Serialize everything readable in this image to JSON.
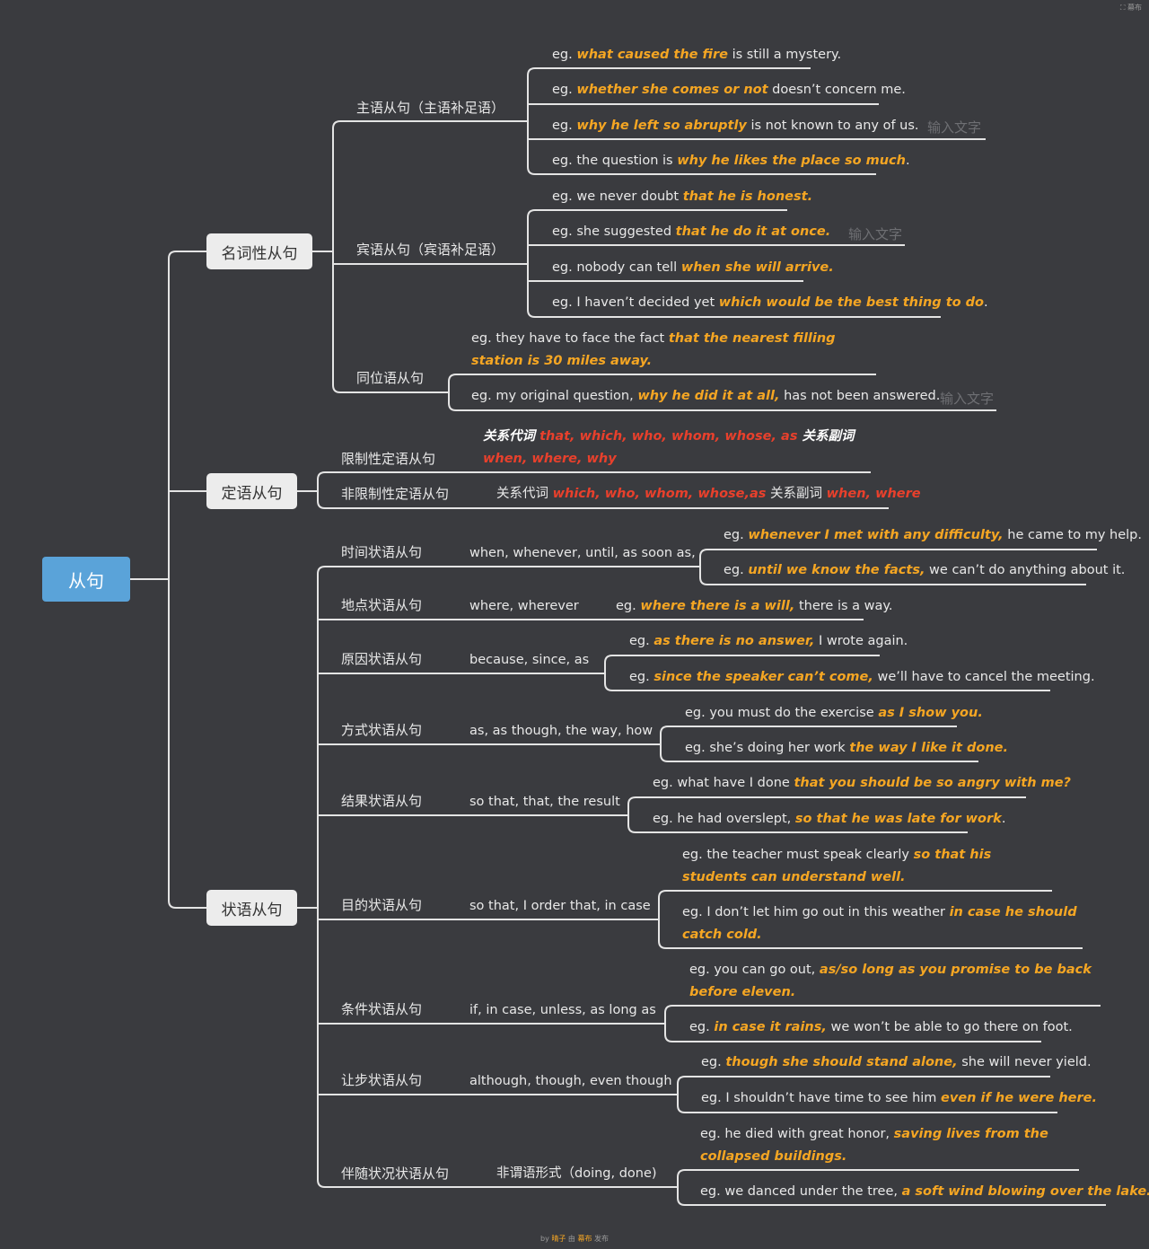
{
  "root": "从句",
  "logo_text": "幕布",
  "footer": {
    "prefix": "by ",
    "author": "晴子",
    "mid": " 由 ",
    "brand": "幕布",
    "suffix": " 发布"
  },
  "placeholder": "输入文字",
  "sections": {
    "noun": "名词性从句",
    "attributive": "定语从句",
    "adverbial": "状语从句"
  },
  "noun_subs": {
    "subject": "主语从句（主语补足语）",
    "object": "宾语从句（宾语补足语）",
    "appositive": "同位语从句"
  },
  "attr_subs": {
    "restrictive": "限制性定语从句",
    "nonrestrictive": "非限制性定语从句"
  },
  "adv_subs": {
    "time": "时间状语从句",
    "place": "地点状语从句",
    "reason": "原因状语从句",
    "manner": "方式状语从句",
    "result": "结果状语从句",
    "purpose": "目的状语从句",
    "condition": "条件状语从句",
    "concession": "让步状语从句",
    "accompany": "伴随状况状语从句"
  },
  "adv_words": {
    "time": "when, whenever, until, as soon as,",
    "place": "where, wherever",
    "reason": "because, since, as",
    "manner": "as, as though, the way, how",
    "result": "so that, that, the result",
    "purpose": "so that, I order that, in case",
    "condition": "if, in case, unless, as long as",
    "concession": "although, though, even though",
    "accompany": "非谓语形式（doing, done)"
  },
  "attr_words": {
    "restrictive": [
      {
        "t": "关系代词 ",
        "s": "bw"
      },
      {
        "t": "that, which, who, whom, whose, as ",
        "s": "rd"
      },
      {
        "t": "关系副词 ",
        "s": "bw"
      },
      {
        "t": "when, where, why",
        "s": "rd"
      }
    ],
    "nonrestrictive": [
      {
        "t": "关系代词 ",
        "s": ""
      },
      {
        "t": "which, who, whom, whose,as",
        "s": "rd"
      },
      {
        "t": " 关系副词 ",
        "s": ""
      },
      {
        "t": "when, where",
        "s": "rd"
      }
    ]
  },
  "examples": {
    "subject": [
      [
        {
          "t": "eg. ",
          "s": ""
        },
        {
          "t": "what caused the fire",
          "s": "hl"
        },
        {
          "t": " is still a mystery.",
          "s": ""
        }
      ],
      [
        {
          "t": "eg. ",
          "s": ""
        },
        {
          "t": "whether she comes or not",
          "s": "hl"
        },
        {
          "t": " doesn’t concern me.",
          "s": ""
        }
      ],
      [
        {
          "t": "eg. ",
          "s": ""
        },
        {
          "t": "why he left so abruptly",
          "s": "hl"
        },
        {
          "t": " is not known to any of us.",
          "s": ""
        }
      ],
      [
        {
          "t": "eg. the question is ",
          "s": ""
        },
        {
          "t": "why he likes the place so much",
          "s": "hl"
        },
        {
          "t": ".",
          "s": ""
        }
      ]
    ],
    "object": [
      [
        {
          "t": "eg. we never doubt ",
          "s": ""
        },
        {
          "t": "that he is honest.",
          "s": "hl"
        }
      ],
      [
        {
          "t": "eg. she suggested ",
          "s": ""
        },
        {
          "t": "that he do it at once.",
          "s": "hl"
        }
      ],
      [
        {
          "t": "eg. nobody can tell ",
          "s": ""
        },
        {
          "t": "when she will arrive.",
          "s": "hl"
        }
      ],
      [
        {
          "t": "eg. I haven’t decided yet ",
          "s": ""
        },
        {
          "t": "which would be the best thing to do",
          "s": "hl"
        },
        {
          "t": ".",
          "s": ""
        }
      ]
    ],
    "appositive": [
      [
        {
          "t": "eg. they have to face the fact ",
          "s": ""
        },
        {
          "t": "that the nearest filling station is 30 miles away.",
          "s": "hl"
        }
      ],
      [
        {
          "t": "eg. my original question, ",
          "s": ""
        },
        {
          "t": "why he did it at all,",
          "s": "hl"
        },
        {
          "t": " has not been answered.",
          "s": ""
        }
      ]
    ],
    "time": [
      [
        {
          "t": "eg. ",
          "s": ""
        },
        {
          "t": "whenever I met with any difficulty,",
          "s": "hl"
        },
        {
          "t": " he came to my help.",
          "s": ""
        }
      ],
      [
        {
          "t": "eg. ",
          "s": ""
        },
        {
          "t": "until we know the facts,",
          "s": "hl"
        },
        {
          "t": " we can’t do anything about it.",
          "s": ""
        }
      ]
    ],
    "place": [
      [
        {
          "t": "eg. ",
          "s": ""
        },
        {
          "t": "where there is a will,",
          "s": "hl"
        },
        {
          "t": " there is a way.",
          "s": ""
        }
      ]
    ],
    "reason": [
      [
        {
          "t": "eg. ",
          "s": ""
        },
        {
          "t": "as there is no answer,",
          "s": "hl"
        },
        {
          "t": " I wrote again.",
          "s": ""
        }
      ],
      [
        {
          "t": "eg. ",
          "s": ""
        },
        {
          "t": "since the speaker can’t come,",
          "s": "hl"
        },
        {
          "t": " we’ll have to cancel the meeting.",
          "s": ""
        }
      ]
    ],
    "manner": [
      [
        {
          "t": "eg. you must do the exercise ",
          "s": ""
        },
        {
          "t": "as I show you.",
          "s": "hl"
        }
      ],
      [
        {
          "t": "eg. she’s doing her work ",
          "s": ""
        },
        {
          "t": "the way  I like it done.",
          "s": "hl"
        }
      ]
    ],
    "result": [
      [
        {
          "t": "eg. what have I done ",
          "s": ""
        },
        {
          "t": "that you should be so angry with me?",
          "s": "hl"
        }
      ],
      [
        {
          "t": "eg. he had overslept, ",
          "s": ""
        },
        {
          "t": "so that he was late for work",
          "s": "hl"
        },
        {
          "t": ".",
          "s": ""
        }
      ]
    ],
    "purpose": [
      [
        {
          "t": "eg. the teacher must speak clearly ",
          "s": ""
        },
        {
          "t": "so that his students can understand well.",
          "s": "hl"
        }
      ],
      [
        {
          "t": "eg. I don’t let him go out in this weather ",
          "s": ""
        },
        {
          "t": "in case he should catch cold.",
          "s": "hl"
        }
      ]
    ],
    "condition": [
      [
        {
          "t": "eg. you can go out, ",
          "s": ""
        },
        {
          "t": "as/so long as you promise to be back before eleven.",
          "s": "hl"
        }
      ],
      [
        {
          "t": "eg. ",
          "s": ""
        },
        {
          "t": "in case it rains,",
          "s": "hl"
        },
        {
          "t": " we won’t be able to go there on foot.",
          "s": ""
        }
      ]
    ],
    "concession": [
      [
        {
          "t": "eg. ",
          "s": ""
        },
        {
          "t": "though she should stand alone,",
          "s": "hl"
        },
        {
          "t": " she will never yield.",
          "s": ""
        }
      ],
      [
        {
          "t": "eg. I shouldn’t have time to see him ",
          "s": ""
        },
        {
          "t": "even if he were here.",
          "s": "hl"
        }
      ]
    ],
    "accompany": [
      [
        {
          "t": "eg. he died with great honor, ",
          "s": ""
        },
        {
          "t": "saving lives from the collapsed buildings.",
          "s": "hl"
        }
      ],
      [
        {
          "t": "eg. we danced under the tree, ",
          "s": ""
        },
        {
          "t": "a soft wind blowing over the lake.",
          "s": "hl"
        }
      ]
    ]
  },
  "colors": {
    "background": "#3a3b3f",
    "highlight": "#f5a623",
    "red": "#e8402c",
    "root": "#5aa3d9",
    "box": "#ececec"
  }
}
